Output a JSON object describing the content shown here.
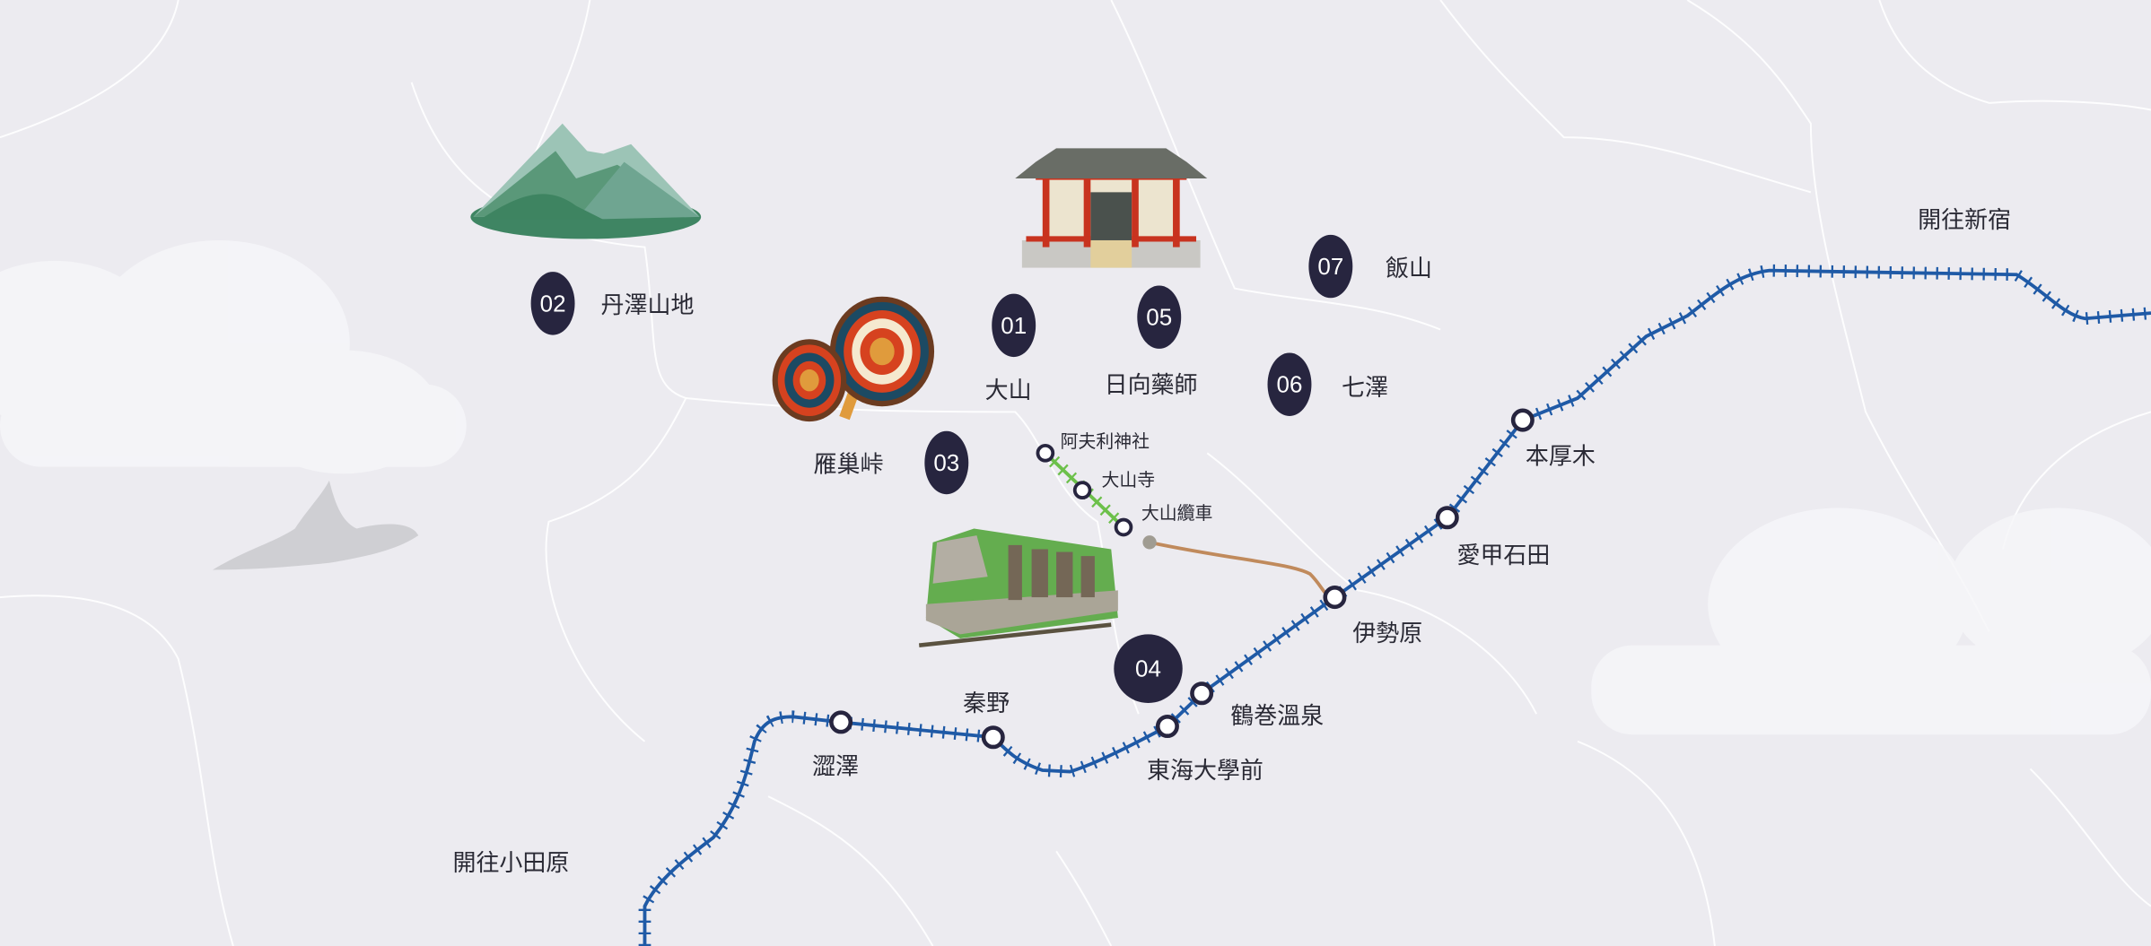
{
  "colors": {
    "background": "#ecebf0",
    "rail": "#1f5aa6",
    "cable": "#6cc04a",
    "ropeway": "#c08a5c",
    "marker": "#27253f"
  },
  "directions": {
    "to_shinjuku": "開往新宿",
    "to_odawara": "開往小田原"
  },
  "rail_stations": [
    {
      "name": "澀澤"
    },
    {
      "name": "秦野"
    },
    {
      "name": "東海大學前"
    },
    {
      "name": "鶴巻溫泉"
    },
    {
      "name": "伊勢原"
    },
    {
      "name": "愛甲石田"
    },
    {
      "name": "本厚木"
    }
  ],
  "cable_stations": [
    {
      "name": "阿夫利神社"
    },
    {
      "name": "大山寺"
    },
    {
      "name": "大山纜車"
    }
  ],
  "spots": [
    {
      "num": "01",
      "name": "大山"
    },
    {
      "num": "02",
      "name": "丹澤山地"
    },
    {
      "num": "03",
      "name": "雁巢峠"
    },
    {
      "num": "04",
      "name": ""
    },
    {
      "num": "05",
      "name": "日向藥師"
    },
    {
      "num": "06",
      "name": "七澤"
    },
    {
      "num": "07",
      "name": "飯山"
    }
  ],
  "illustrations": [
    "mountain-illustration",
    "shrine-illustration",
    "drums-illustration",
    "cable-car-illustration"
  ]
}
